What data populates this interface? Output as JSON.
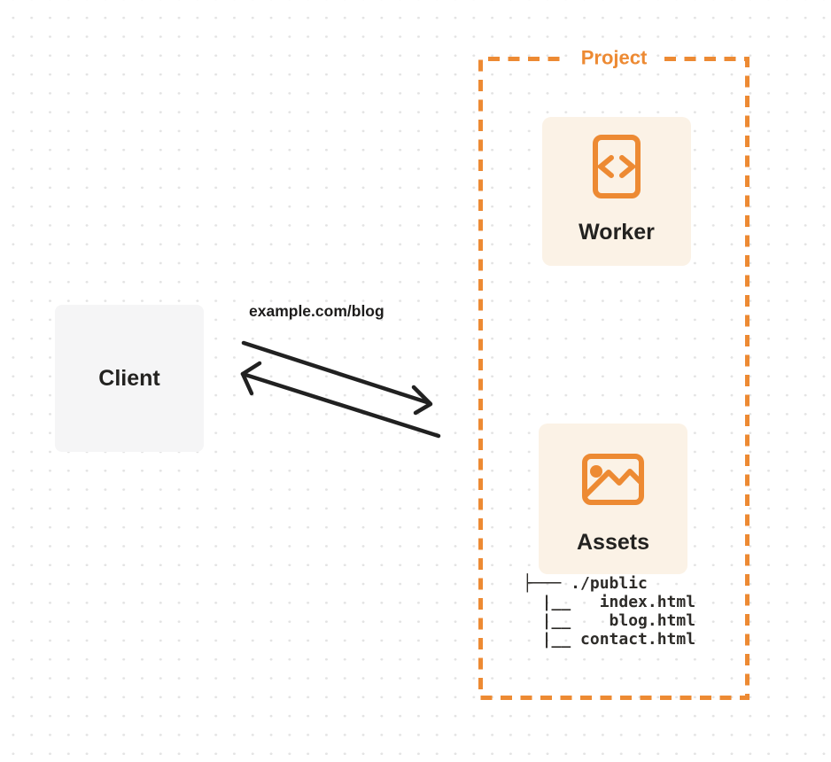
{
  "diagram": {
    "client": {
      "label": "Client"
    },
    "request": {
      "url": "example.com/blog"
    },
    "project": {
      "title": "Project",
      "nodes": [
        {
          "id": "worker",
          "label": "Worker",
          "icon": "code-file-icon"
        },
        {
          "id": "assets",
          "label": "Assets",
          "icon": "image-icon"
        }
      ],
      "file_tree": "├─── ./public\n  |__   index.html\n  |__    blog.html\n  |__ contact.html"
    },
    "colors": {
      "accent": "#ED8A33",
      "node_bg": "#FBF2E6",
      "client_bg": "#F5F5F6",
      "ink": "#232220",
      "arrow": "#212121",
      "dot_grid": "#E3E3E3"
    }
  }
}
